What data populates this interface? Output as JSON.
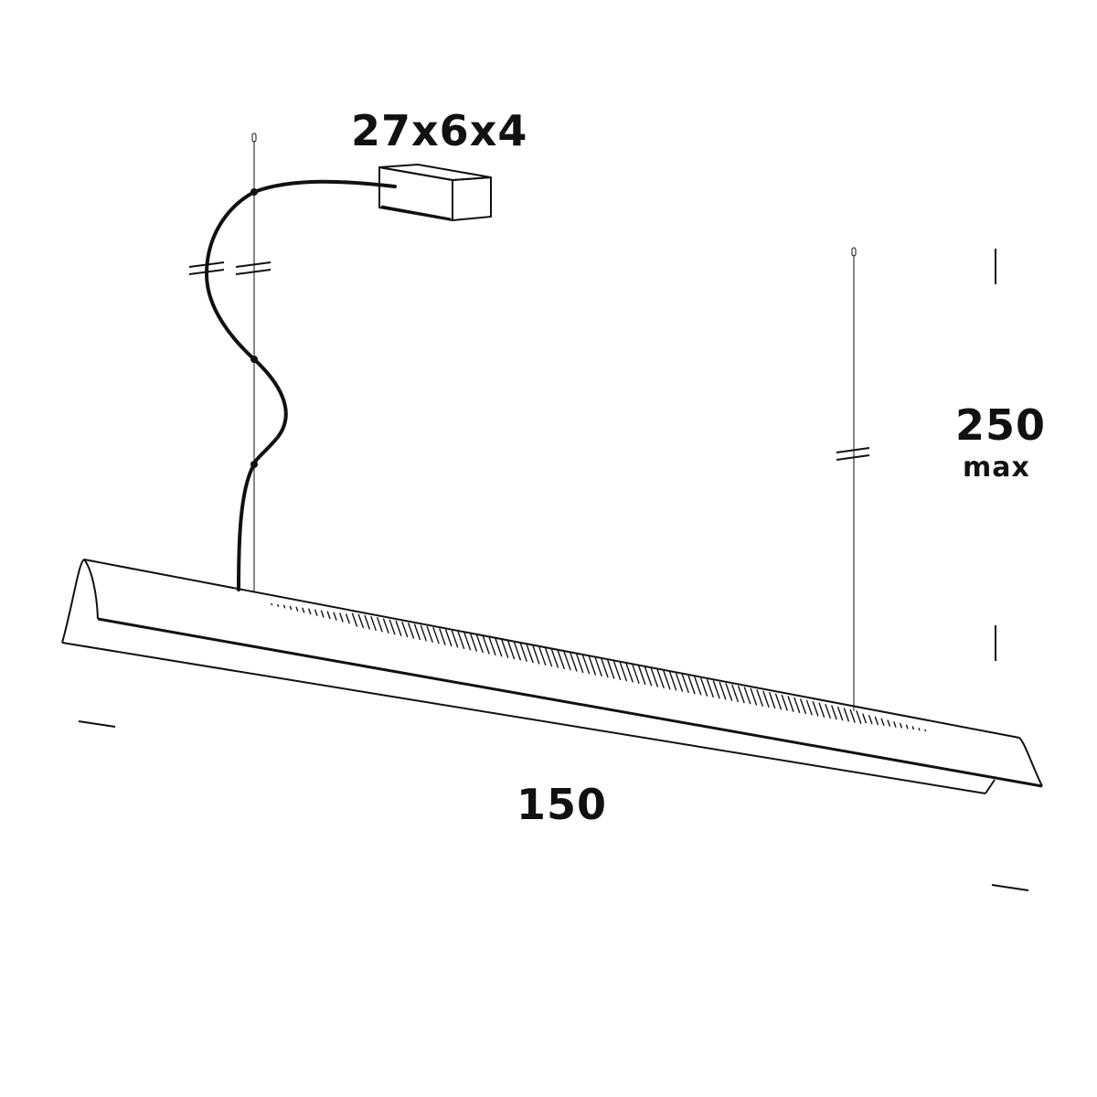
{
  "labels": {
    "box_dimensions": "27x6x4",
    "height": "250",
    "height_note": "max",
    "length": "150"
  },
  "colors": {
    "line": "#111111",
    "background": "#ffffff"
  }
}
